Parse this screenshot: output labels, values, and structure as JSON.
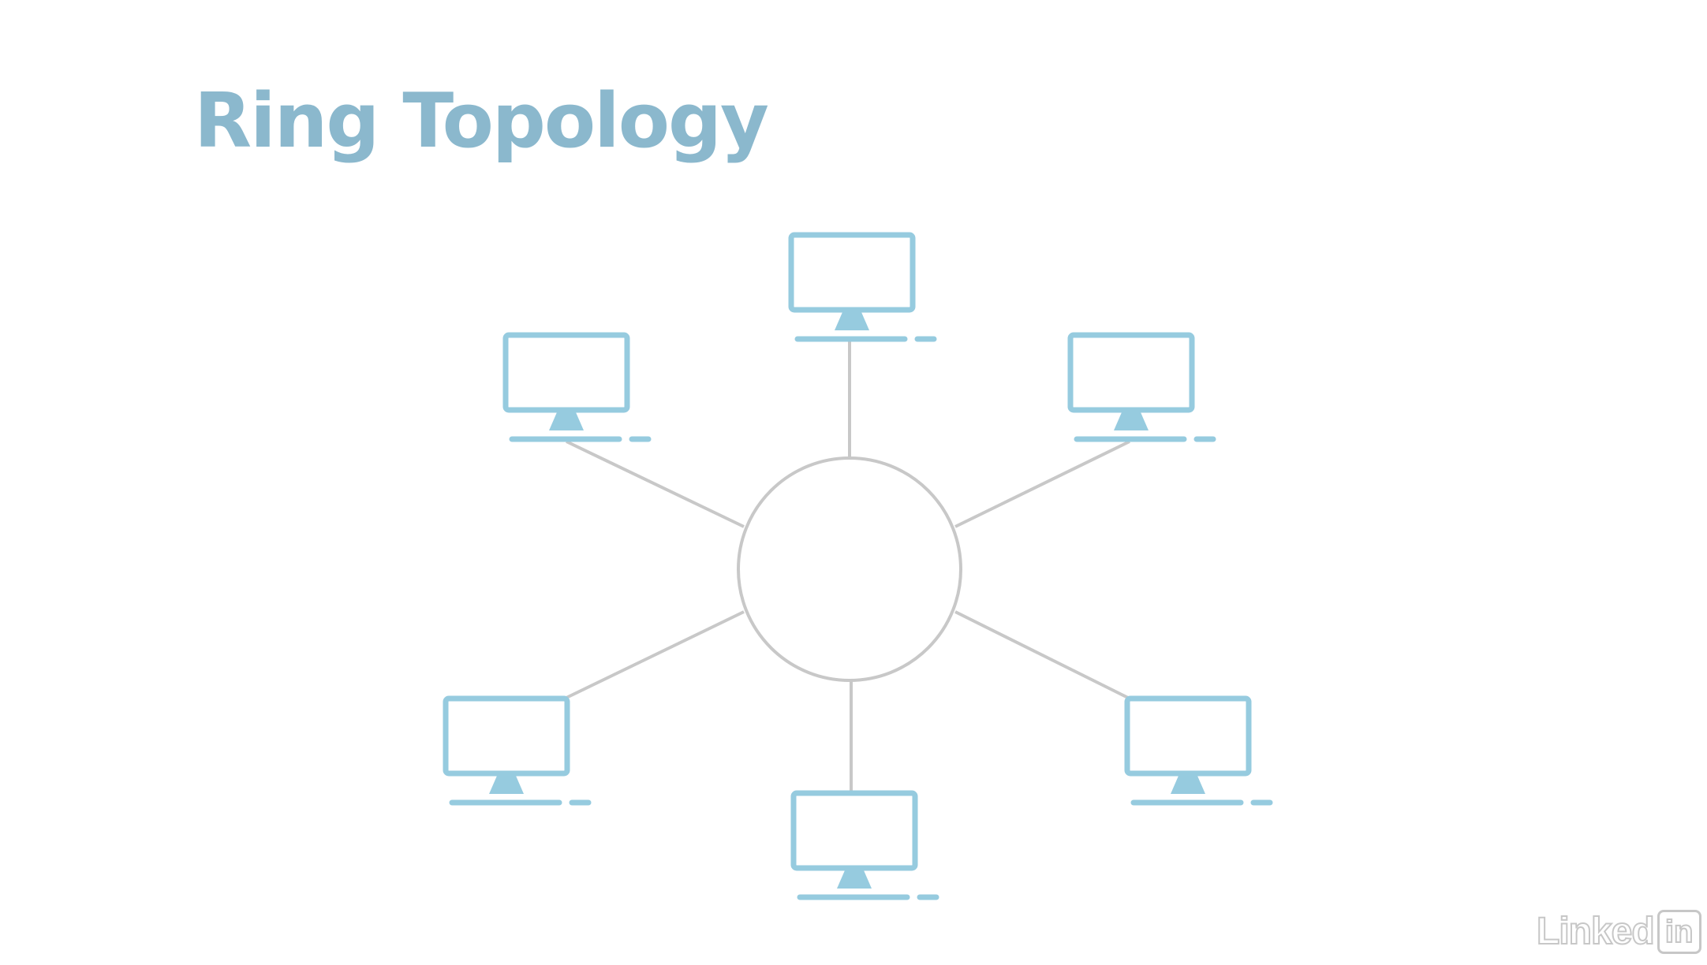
{
  "slide": {
    "title": "Ring Topology"
  },
  "diagram": {
    "hub_shape": "circle",
    "node_icon": "desktop-monitor-icon",
    "nodes": [
      {
        "id": "computer-top"
      },
      {
        "id": "computer-upper-left"
      },
      {
        "id": "computer-upper-right"
      },
      {
        "id": "computer-lower-left"
      },
      {
        "id": "computer-bottom"
      },
      {
        "id": "computer-lower-right"
      }
    ]
  },
  "watermark": {
    "brand_word": "Linked",
    "brand_box": "in"
  },
  "colors": {
    "title": "#8bb8cd",
    "computer": "#96cbdf",
    "line": "#c8c8c8",
    "background": "#ffffff"
  }
}
